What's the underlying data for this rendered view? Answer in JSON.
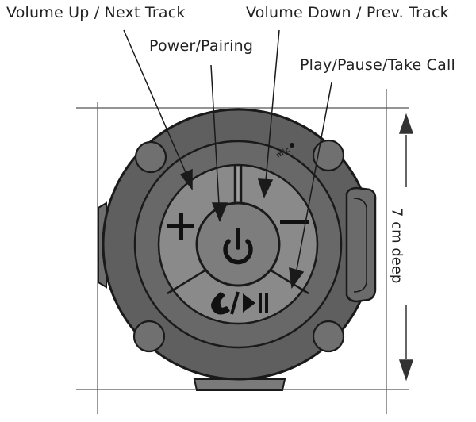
{
  "labels": {
    "volume_up": "Volume Up / Next Track",
    "volume_down": "Volume Down / Prev. Track",
    "power": "Power/Pairing",
    "play_pause": "Play/Pause/Take Call",
    "mic": "mic",
    "depth": "7 cm deep"
  },
  "icons": {
    "plus": "plus-icon",
    "minus": "minus-icon",
    "power": "power-icon",
    "call_play": "phone-play-pause-icon"
  },
  "colors": {
    "body_dark": "#5e5e5e",
    "face": "#707070",
    "buttons": "#8a8a8a",
    "outline": "#1a1a1a"
  }
}
